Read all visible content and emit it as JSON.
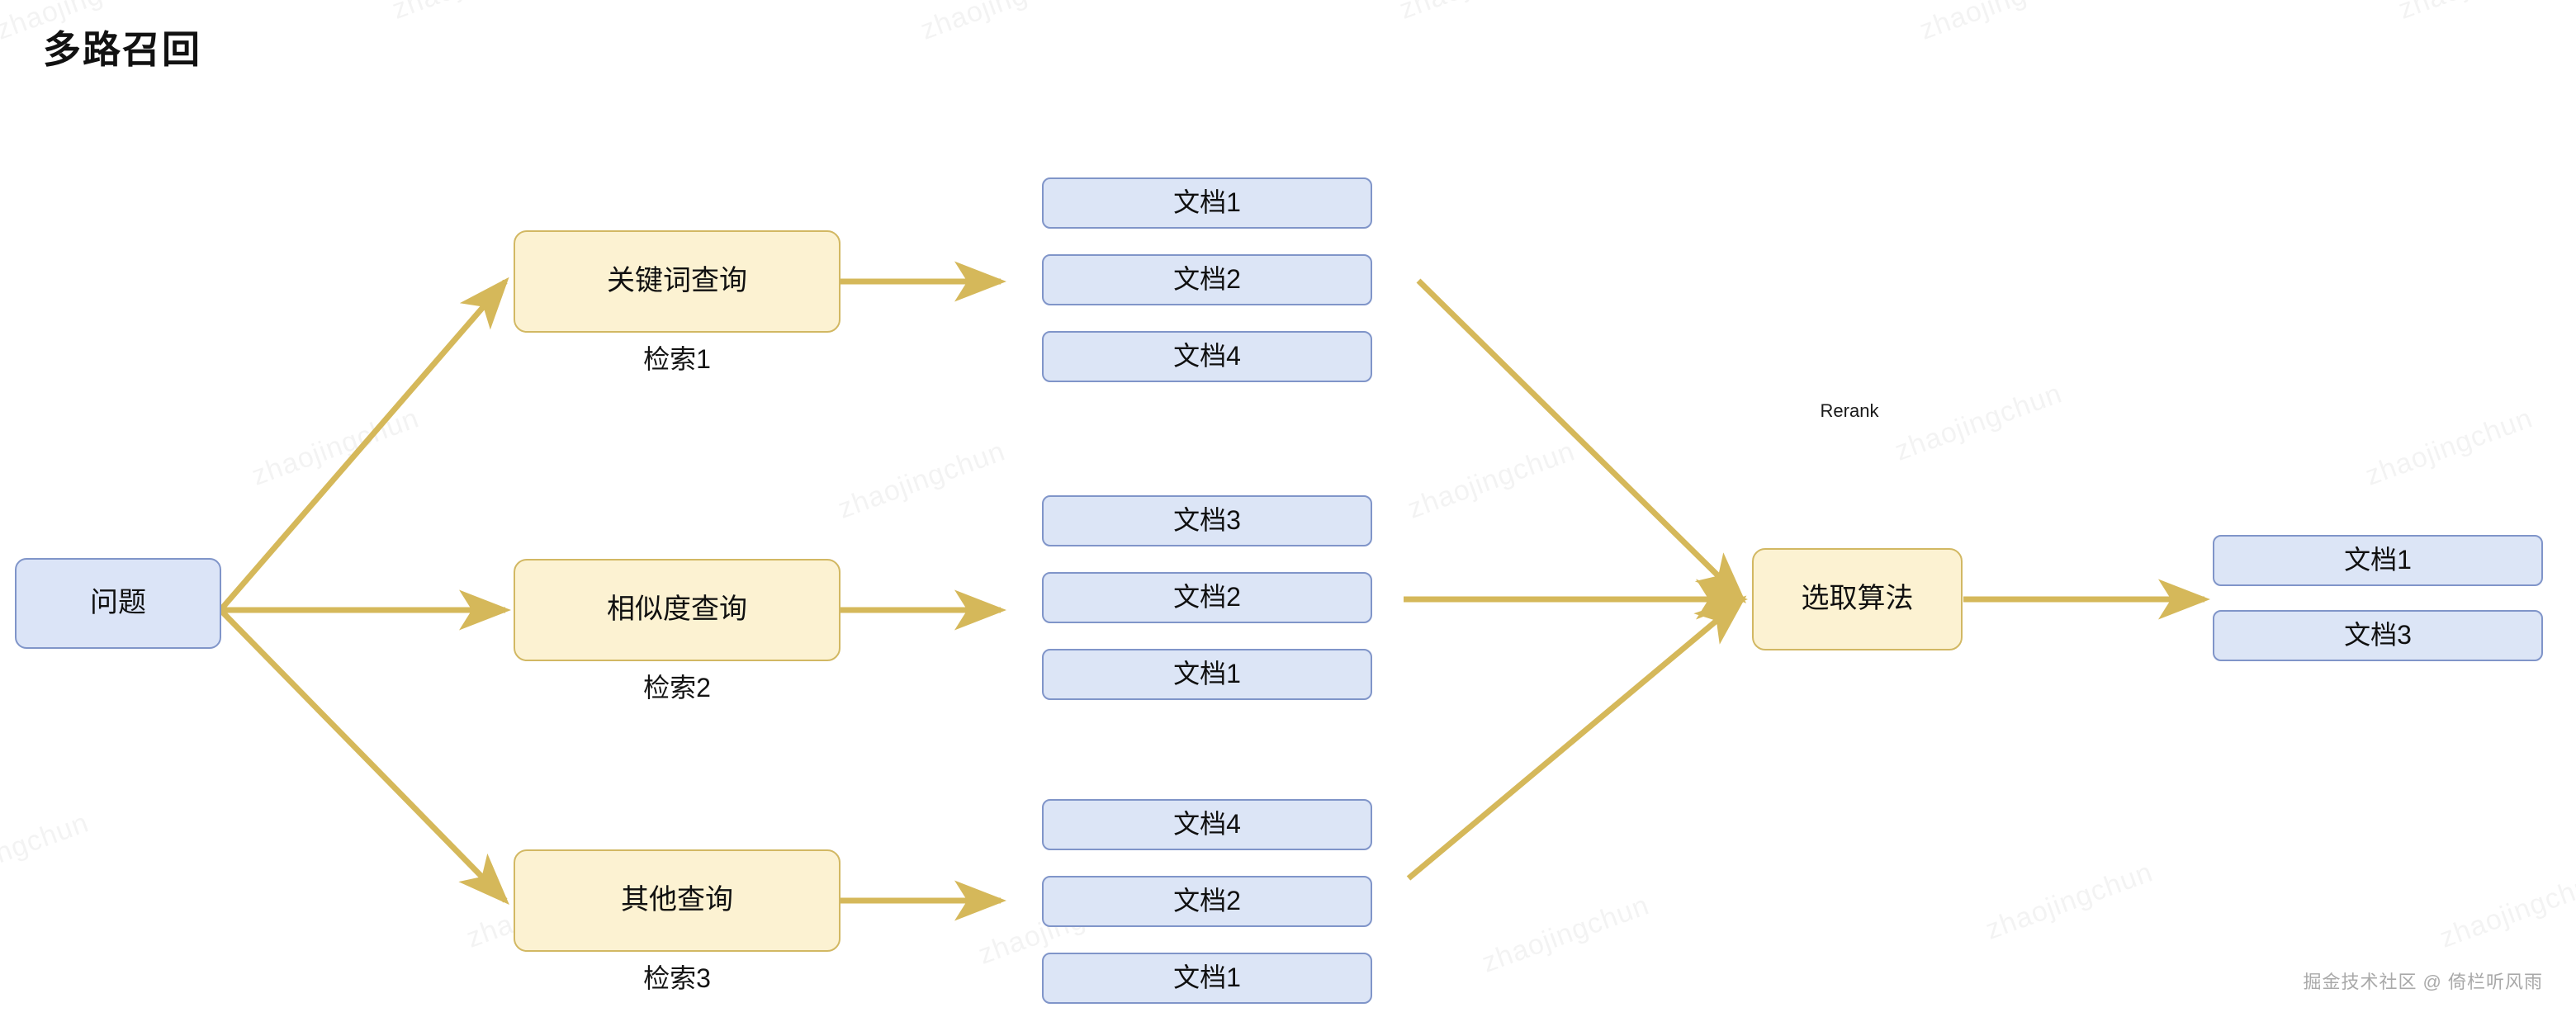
{
  "page": {
    "title": "多路召回",
    "credit": "掘金技术社区 @ 倚栏听风雨",
    "watermark_text": "zhaojingchun",
    "background_color": "#ffffff"
  },
  "colors": {
    "question_fill": "#dbe4f7",
    "question_stroke": "#8095c9",
    "query_fill": "#fcf2d2",
    "query_stroke": "#d2b863",
    "doc_fill": "#dce5f6",
    "doc_stroke": "#8095c9",
    "connector": "#d5b85a",
    "title_color": "#111111",
    "credit_color": "#a9a9a9"
  },
  "diagram": {
    "input": {
      "label": "问题"
    },
    "retrievers": [
      {
        "label": "关键词查询",
        "caption": "检索1"
      },
      {
        "label": "相似度查询",
        "caption": "检索2"
      },
      {
        "label": "其他查询",
        "caption": "检索3"
      }
    ],
    "result_groups": [
      {
        "docs": [
          "文档1",
          "文档2",
          "文档4"
        ]
      },
      {
        "docs": [
          "文档3",
          "文档2",
          "文档1"
        ]
      },
      {
        "docs": [
          "文档4",
          "文档2",
          "文档1"
        ]
      }
    ],
    "rerank_label": "Rerank",
    "selector": {
      "label": "选取算法"
    },
    "final_docs": [
      "文档1",
      "文档3"
    ]
  }
}
